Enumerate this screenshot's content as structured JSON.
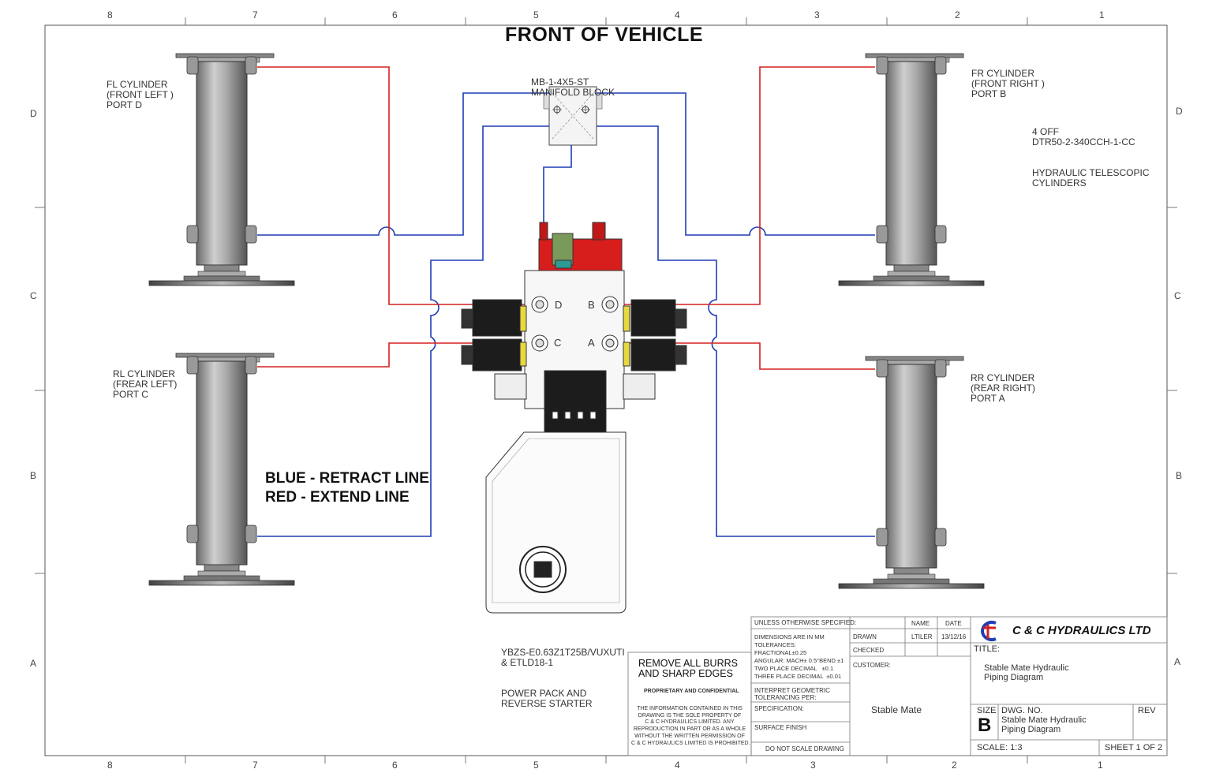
{
  "header": {
    "title": "FRONT OF VEHICLE"
  },
  "legend": {
    "blue": "BLUE - RETRACT LINE",
    "red": "RED - EXTEND LINE"
  },
  "colors": {
    "retract": "#1f3db5",
    "extend": "#d62020",
    "pump": "#d81d1d"
  },
  "labels": {
    "fl": [
      "FL CYLINDER",
      "(FRONT LEFT )",
      "PORT D"
    ],
    "fr": [
      "FR CYLINDER",
      "(FRONT RIGHT )",
      "PORT B"
    ],
    "rl": [
      "RL CYLINDER",
      "(FREAR LEFT)",
      "PORT C"
    ],
    "rr": [
      "RR CYLINDER",
      "(REAR RIGHT)",
      "PORT A"
    ],
    "manifold": [
      "MB-1-4X5-ST",
      "MANIFOLD BLOCK"
    ],
    "cylinders": [
      "4 OFF",
      "DTR50-2-340CCH-1-CC",
      "HYDRAULIC TELESCOPIC",
      "CYLINDERS"
    ],
    "powerpack": [
      "YBZS-E0.63Z1T25B/VUXUTI",
      "& ETLD18-1",
      "POWER PACK AND",
      "REVERSE STARTER"
    ]
  },
  "ports": {
    "d": "D",
    "b": "B",
    "c": "C",
    "a": "A"
  },
  "border": {
    "columns": [
      "8",
      "7",
      "6",
      "5",
      "4",
      "3",
      "2",
      "1"
    ],
    "rows": [
      "D",
      "C",
      "B",
      "A"
    ]
  },
  "burrs": {
    "title": "REMOVE ALL BURRS\nAND SHARP EDGES",
    "proprietary": "PROPRIETARY AND CONFIDENTIAL",
    "text": "THE INFORMATION CONTAINED IN THIS\nDRAWING IS THE SOLE PROPERTY OF\nC & C HYDRAULICS LIMITED. ANY\nREPRODUCTION IN PART OR AS A WHOLE\nWITHOUT THE WRITTEN PERMISSION OF\nC & C HYDRAULICS LIMITED IS PROHIBITED."
  },
  "titleblock": {
    "unless": "UNLESS OTHERWISE SPECIFIED:",
    "dimensions": "DIMENSIONS ARE IN MM\nTOLERANCES:\nFRACTIONAL±0.25\nANGULAR: MACH± 0.5°BEND ±1\nTWO PLACE DECIMAL   ±0.1\nTHREE PLACE DECIMAL  ±0.01",
    "interpret": "INTERPRET GEOMETRIC\nTOLERANCING PER:",
    "specification": "SPECIFICATION:",
    "surface": "SURFACE FINISH",
    "noscale": "DO NOT SCALE DRAWING",
    "name_h": "NAME",
    "date_h": "DATE",
    "drawn": "DRAWN",
    "drawn_name": "LTILER",
    "drawn_date": "13/12/16",
    "checked": "CHECKED",
    "customer_label": "CUSTOMER:",
    "customer": "Stable Mate",
    "company": "C & C HYDRAULICS LTD",
    "title_label": "TITLE:",
    "title": "Stable Mate Hydraulic\nPiping Diagram",
    "size_label": "SIZE",
    "size": "B",
    "dwg_label": "DWG.  NO.",
    "dwg": "Stable Mate Hydraulic\nPiping Diagram",
    "rev_label": "REV",
    "scale": "SCALE: 1:3",
    "sheet": "SHEET 1 OF 2"
  }
}
